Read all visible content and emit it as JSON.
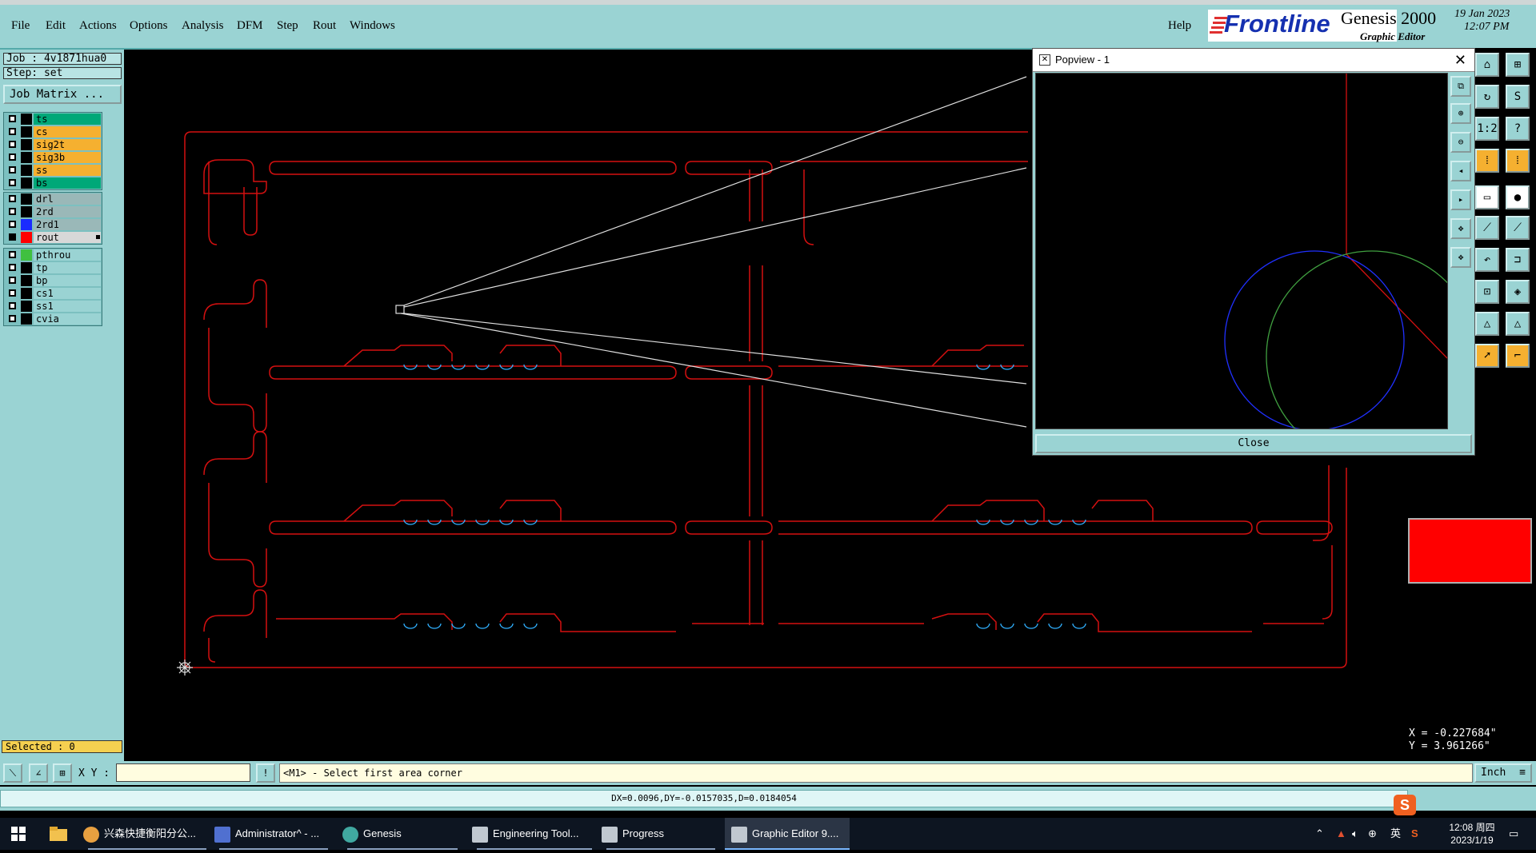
{
  "menu": {
    "items": [
      "File",
      "Edit",
      "Actions",
      "Options",
      "Analysis",
      "DFM",
      "Step",
      "Rout",
      "Windows"
    ],
    "help": "Help"
  },
  "brand": {
    "logo": "Frontline",
    "product": "Genesis 2000",
    "subtitle": "Graphic Editor",
    "date": "19 Jan 2023",
    "time": "12:07 PM"
  },
  "job": {
    "job_label": "Job : 4v1871hua0",
    "step_label": "Step: set",
    "matrix_button": "Job Matrix ..."
  },
  "layers": {
    "group1": [
      {
        "name": "ts",
        "color": "#00a878",
        "label_bg": "#00a878",
        "on": false
      },
      {
        "name": "cs",
        "color": "#f5b030",
        "label_bg": "#f5b030",
        "on": false
      },
      {
        "name": "sig2t",
        "color": "#f5b030",
        "label_bg": "#f5b030",
        "on": false
      },
      {
        "name": "sig3b",
        "color": "#f5b030",
        "label_bg": "#f5b030",
        "on": false
      },
      {
        "name": "ss",
        "color": "#f5b030",
        "label_bg": "#f5b030",
        "on": false
      },
      {
        "name": "bs",
        "color": "#00a878",
        "label_bg": "#00a878",
        "on": false
      }
    ],
    "group2": [
      {
        "name": "drl",
        "color": "#9ab8b8",
        "label_bg": "#9ab8b8",
        "on": false
      },
      {
        "name": "2rd",
        "color": "#9ab8b8",
        "label_bg": "#9ab8b8",
        "on": false
      },
      {
        "name": "2rd1",
        "color": "#1a2cff",
        "label_bg": "#9ab8b8",
        "on": false
      },
      {
        "name": "rout",
        "color": "#ff0000",
        "label_bg": "#d8d8d8",
        "on": true
      }
    ],
    "group3": [
      {
        "name": "pthrou",
        "color": "#40c040",
        "label_bg": "#9ad3d3",
        "on": false
      },
      {
        "name": "tp",
        "color": "#9ad3d3",
        "label_bg": "#9ad3d3",
        "on": false
      },
      {
        "name": "bp",
        "color": "#9ad3d3",
        "label_bg": "#9ad3d3",
        "on": false
      },
      {
        "name": "cs1",
        "color": "#9ad3d3",
        "label_bg": "#9ad3d3",
        "on": false
      },
      {
        "name": "ss1",
        "color": "#9ad3d3",
        "label_bg": "#9ad3d3",
        "on": false
      },
      {
        "name": "cvia",
        "color": "#9ad3d3",
        "label_bg": "#9ad3d3",
        "on": false
      }
    ]
  },
  "selected": "Selected : 0",
  "popview": {
    "title": "Popview - 1",
    "close_button": "Close"
  },
  "command": {
    "xy_label": "X Y :",
    "xy_value": "",
    "prompt": "<M1> - Select first area corner",
    "unit": "Inch"
  },
  "status": {
    "delta": "DX=0.0096,DY=-0.0157035,D=0.0184054"
  },
  "coords": {
    "x": "X = -0.227684\"",
    "y": "Y = 3.961266\""
  },
  "tools": {
    "ratio_label": "1:2",
    "help_label": "?"
  },
  "taskbar": {
    "tasks": [
      "兴森快捷衡阳分公...",
      "Administrator^ - ...",
      "Genesis",
      "Engineering Tool...",
      "Progress",
      "Graphic Editor 9...."
    ],
    "ime": "英",
    "clock_time": "12:08 周四",
    "clock_date": "2023/1/19"
  },
  "colors": {
    "panel": "#9ad3d3",
    "rout_line": "#d41010",
    "frontline_blue": "#1530b0"
  }
}
